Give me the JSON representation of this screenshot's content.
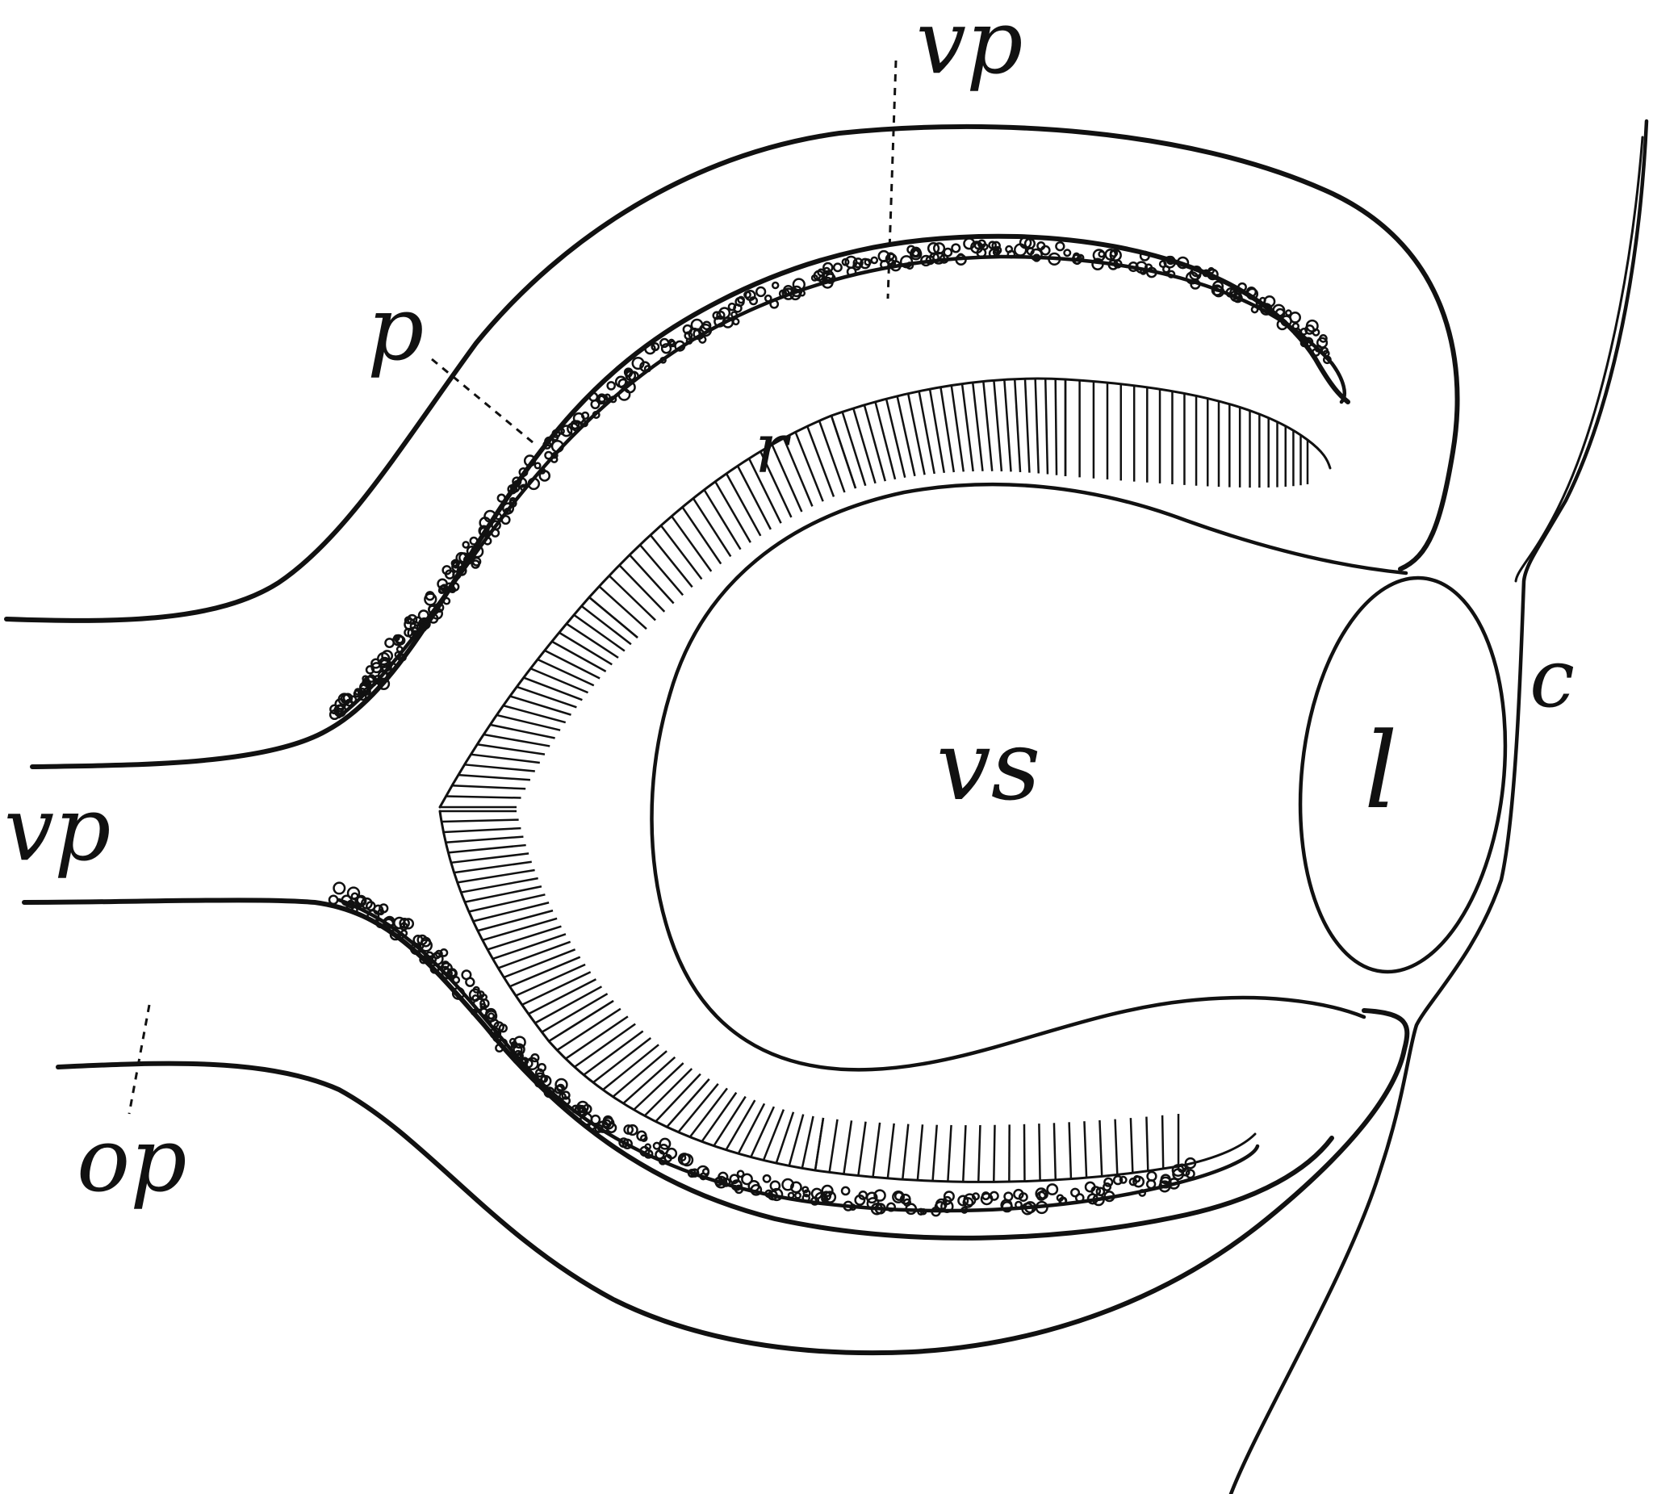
{
  "labels": {
    "vp_top": "vp",
    "p": "p",
    "r": "r",
    "vp_left": "vp",
    "op": "op",
    "vs": "vs",
    "l": "l",
    "c": "c"
  },
  "colors": {
    "ink": "#111111",
    "paper": "#ffffff"
  }
}
